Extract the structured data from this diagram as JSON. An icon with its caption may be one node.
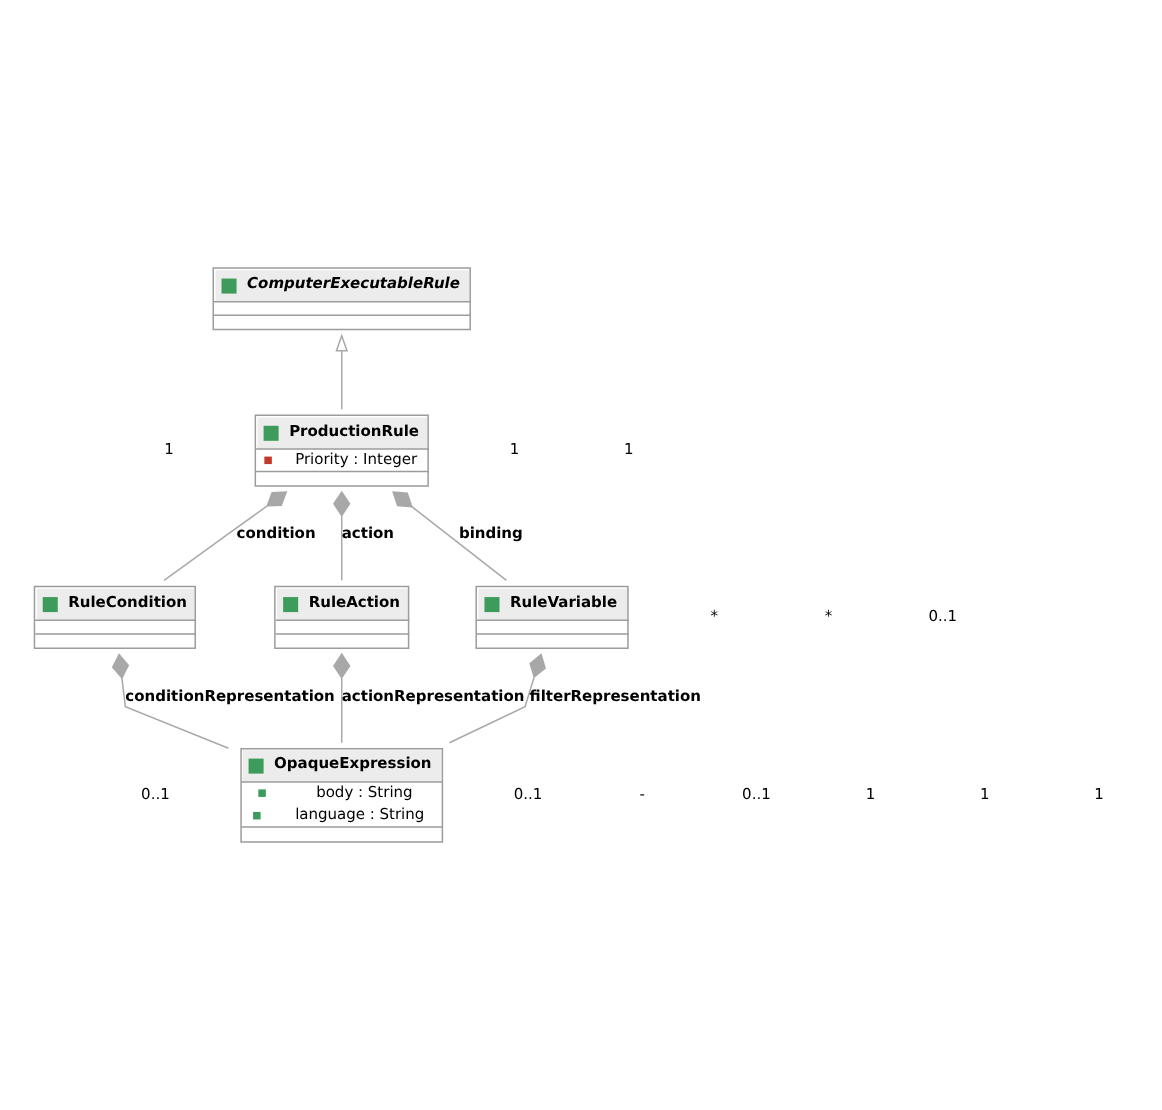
{
  "diagram": {
    "nodes": [
      {
        "text": [
          "ComputerExecutableRule"
        ]
      },
      {
        "text": [
          "ProductionRule",
          "Priority : Integer"
        ]
      },
      {
        "text": [
          "RuleCondition"
        ]
      },
      {
        "text": [
          "RuleAction"
        ]
      },
      {
        "text": [
          "RuleVariable"
        ]
      },
      {
        "text": [
          "OpaqueExpression",
          "body : String",
          "language : String"
        ]
      }
    ],
    "edges": [
      {
        "from": 1,
        "to": 0,
        "arrow": "to"
      },
      {
        "from": 2,
        "to": 1,
        "arrow": "other",
        "label": "condition"
      },
      {
        "from": 3,
        "to": 1,
        "arrow": "other",
        "label": "action"
      },
      {
        "from": 4,
        "to": 1,
        "arrow": "other",
        "label": "binding"
      },
      {
        "from": 5,
        "to": 2,
        "arrow": "other",
        "label": "conditionRepresentation"
      },
      {
        "from": 5,
        "to": 3,
        "arrow": "other",
        "label": "actionRepresentation"
      },
      {
        "from": 5,
        "to": 4,
        "arrow": "other",
        "label": "filterRepresentation"
      }
    ],
    "labels": [
      "1",
      "1",
      "1",
      "*",
      "*",
      "0..1",
      "0..1",
      "0..1",
      "-",
      "0..1",
      "1",
      "1",
      "1"
    ]
  }
}
